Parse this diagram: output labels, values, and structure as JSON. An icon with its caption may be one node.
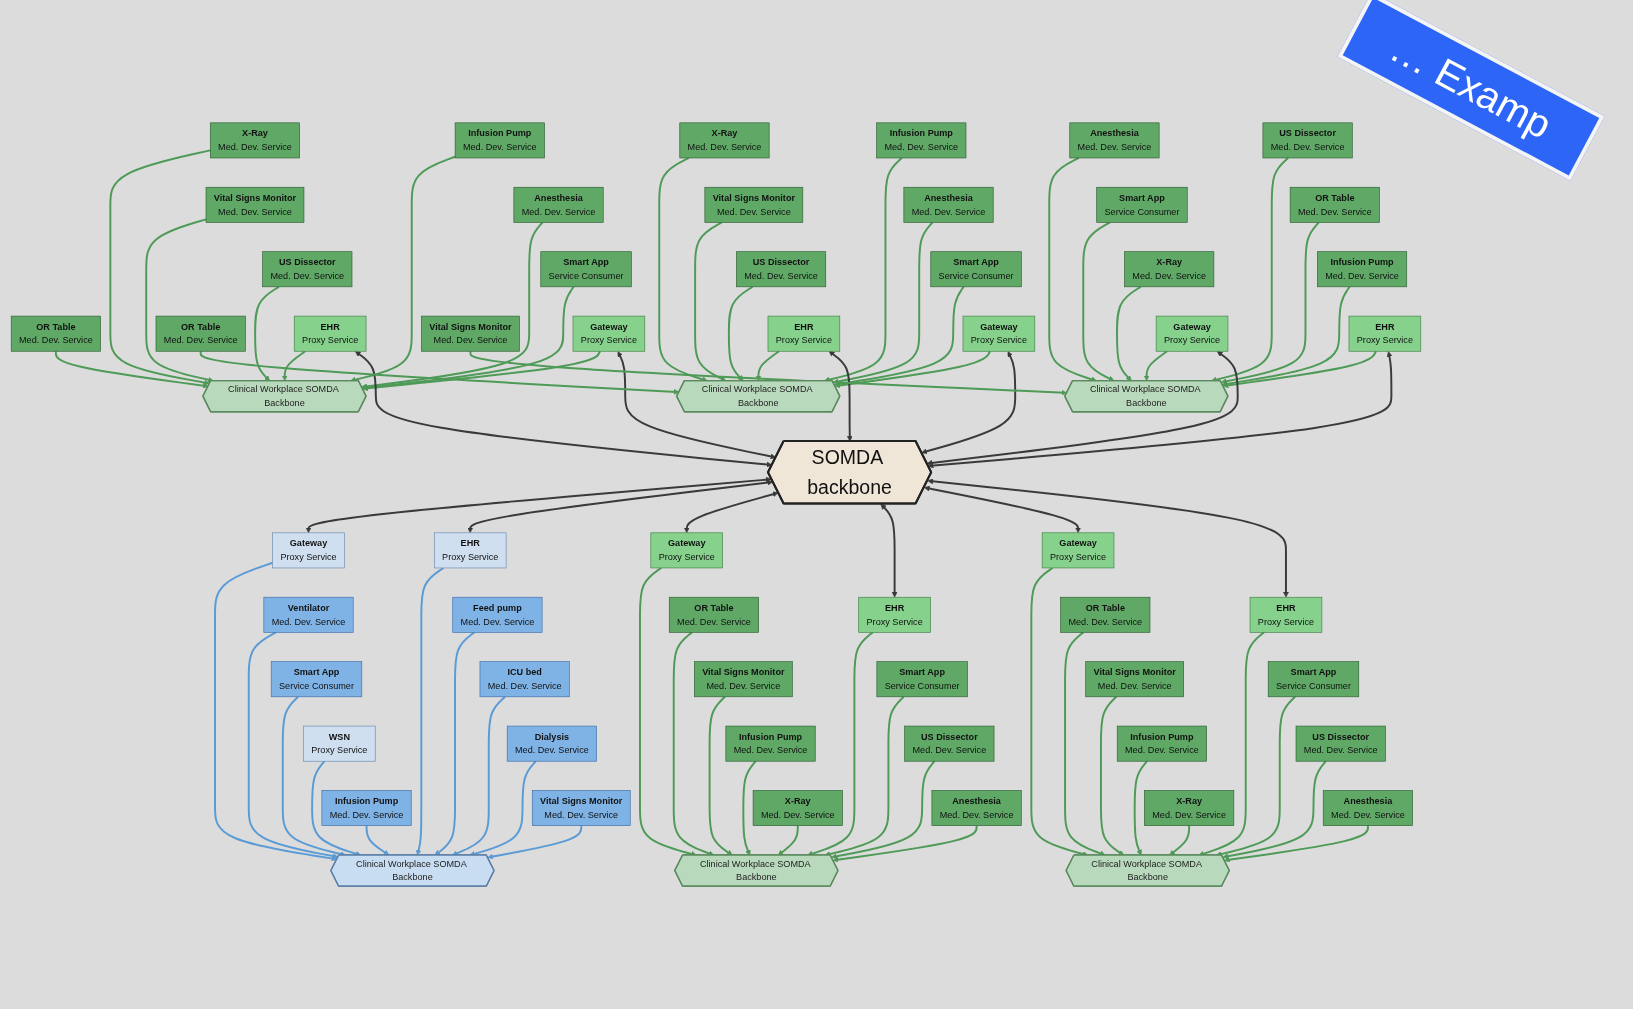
{
  "diagram": {
    "nodes": [
      {
        "text": [
          "SOMDA backbone"
        ]
      },
      {
        "text": [
          "Clinical Workplace SOMDA Backbone"
        ]
      },
      {
        "text": [
          "X-Ray",
          "Med. Dev. Service"
        ]
      },
      {
        "text": [
          "Infusion Pump",
          "Med. Dev. Service"
        ]
      },
      {
        "text": [
          "Vital Signs Monitor",
          "Med. Dev. Service"
        ]
      },
      {
        "text": [
          "Anesthesia",
          "Med. Dev. Service"
        ]
      },
      {
        "text": [
          "US Dissector",
          "Med. Dev. Service"
        ]
      },
      {
        "text": [
          "Smart App",
          "Service Consumer"
        ]
      },
      {
        "text": [
          "OR Table",
          "Med. Dev. Service"
        ]
      },
      {
        "text": [
          "EHR",
          "Proxy Service"
        ]
      },
      {
        "text": [
          "Gateway",
          "Proxy Service"
        ]
      },
      {
        "text": [
          "Clinical Workplace SOMDA Backbone"
        ]
      },
      {
        "text": [
          "X-Ray",
          "Med. Dev. Service"
        ]
      },
      {
        "text": [
          "Infusion Pump",
          "Med. Dev. Service"
        ]
      },
      {
        "text": [
          "Vital Signs Monitor",
          "Med. Dev. Service"
        ]
      },
      {
        "text": [
          "Anesthesia",
          "Med. Dev. Service"
        ]
      },
      {
        "text": [
          "US Dissector",
          "Med. Dev. Service"
        ]
      },
      {
        "text": [
          "Smart App",
          "Service Consumer"
        ]
      },
      {
        "text": [
          "OR Table",
          "Med. Dev. Service"
        ]
      },
      {
        "text": [
          "EHR",
          "Proxy Service"
        ]
      },
      {
        "text": [
          "Gateway",
          "Proxy Service"
        ]
      },
      {
        "text": [
          "Clinical Workplace SOMDA Backbone"
        ]
      },
      {
        "text": [
          "Anesthesia",
          "Med. Dev. Service"
        ]
      },
      {
        "text": [
          "US Dissector",
          "Med. Dev. Service"
        ]
      },
      {
        "text": [
          "Smart App",
          "Service Consumer"
        ]
      },
      {
        "text": [
          "OR Table",
          "Med. Dev. Service"
        ]
      },
      {
        "text": [
          "Gateway",
          "Proxy Service"
        ]
      },
      {
        "text": [
          "X-Ray",
          "Med. Dev. Service"
        ]
      },
      {
        "text": [
          "Infusion Pump",
          "Med. Dev. Service"
        ]
      },
      {
        "text": [
          "Vital Signs Monitor",
          "Med. Dev. Service"
        ]
      },
      {
        "text": [
          "EHR",
          "Proxy Service"
        ]
      },
      {
        "text": [
          "Clinical Workplace SOMDA Backbone"
        ]
      },
      {
        "text": [
          "Gateway",
          "Proxy Service"
        ]
      },
      {
        "text": [
          "Ventilator",
          "Med. Dev. Service"
        ]
      },
      {
        "text": [
          "Feed pump",
          "Med. Dev. Service"
        ]
      },
      {
        "text": [
          "Smart App",
          "Service Consumer"
        ]
      },
      {
        "text": [
          "ICU bed",
          "Med. Dev. Service"
        ]
      },
      {
        "text": [
          "WSN",
          "Proxy Service"
        ]
      },
      {
        "text": [
          "EHR",
          "Proxy Service"
        ]
      },
      {
        "text": [
          "Dialysis",
          "Med. Dev. Service"
        ]
      },
      {
        "text": [
          "Infusion Pump",
          "Med. Dev. Service"
        ]
      },
      {
        "text": [
          "Vital Signs Monitor",
          "Med. Dev. Service"
        ]
      },
      {
        "text": [
          "Clinical Workplace SOMDA Backbone"
        ]
      },
      {
        "text": [
          "Gateway",
          "Proxy Service"
        ]
      },
      {
        "text": [
          "EHR",
          "Proxy Service"
        ]
      },
      {
        "text": [
          "OR Table",
          "Med. Dev. Service"
        ]
      },
      {
        "text": [
          "Smart App",
          "Service Consumer"
        ]
      },
      {
        "text": [
          "Vital Signs Monitor",
          "Med. Dev. Service"
        ]
      },
      {
        "text": [
          "US Dissector",
          "Med. Dev. Service"
        ]
      },
      {
        "text": [
          "Infusion Pump",
          "Med. Dev. Service"
        ]
      },
      {
        "text": [
          "Anesthesia",
          "Med. Dev. Service"
        ]
      },
      {
        "text": [
          "X-Ray",
          "Med. Dev. Service"
        ]
      },
      {
        "text": [
          "Clinical Workplace SOMDA Backbone"
        ]
      },
      {
        "text": [
          "Gateway",
          "Proxy Service"
        ]
      },
      {
        "text": [
          "EHR",
          "Proxy Service"
        ]
      },
      {
        "text": [
          "OR Table",
          "Med. Dev. Service"
        ]
      },
      {
        "text": [
          "Smart App",
          "Service Consumer"
        ]
      },
      {
        "text": [
          "Vital Signs Monitor",
          "Med. Dev. Service"
        ]
      },
      {
        "text": [
          "US Dissector",
          "Med. Dev. Service"
        ]
      },
      {
        "text": [
          "Infusion Pump",
          "Med. Dev. Service"
        ]
      },
      {
        "text": [
          "Anesthesia",
          "Med. Dev. Service"
        ]
      },
      {
        "text": [
          "X-Ray",
          "Med. Dev. Service"
        ]
      }
    ],
    "edges": [
      {
        "from": 2,
        "to": 1,
        "arrow": "to"
      },
      {
        "from": 3,
        "to": 1,
        "arrow": "to"
      },
      {
        "from": 4,
        "to": 1,
        "arrow": "to"
      },
      {
        "from": 5,
        "to": 1,
        "arrow": "to"
      },
      {
        "from": 6,
        "to": 1,
        "arrow": "to"
      },
      {
        "from": 7,
        "to": 1,
        "arrow": "to"
      },
      {
        "from": 8,
        "to": 1,
        "arrow": "to"
      },
      {
        "from": 9,
        "to": 1,
        "arrow": "to"
      },
      {
        "from": 10,
        "to": 1,
        "arrow": "to"
      },
      {
        "from": 9,
        "to": 0,
        "arrow": "both",
        "color": "#3a3a3a"
      },
      {
        "from": 10,
        "to": 0,
        "arrow": "both",
        "color": "#3a3a3a"
      },
      {
        "from": 12,
        "to": 11,
        "arrow": "to"
      },
      {
        "from": 13,
        "to": 11,
        "arrow": "to"
      },
      {
        "from": 14,
        "to": 11,
        "arrow": "to"
      },
      {
        "from": 15,
        "to": 11,
        "arrow": "to"
      },
      {
        "from": 16,
        "to": 11,
        "arrow": "to"
      },
      {
        "from": 17,
        "to": 11,
        "arrow": "to"
      },
      {
        "from": 18,
        "to": 11,
        "arrow": "to"
      },
      {
        "from": 19,
        "to": 11,
        "arrow": "to"
      },
      {
        "from": 20,
        "to": 11,
        "arrow": "to"
      },
      {
        "from": 19,
        "to": 0,
        "arrow": "both",
        "color": "#3a3a3a"
      },
      {
        "from": 20,
        "to": 0,
        "arrow": "both",
        "color": "#3a3a3a"
      },
      {
        "from": 22,
        "to": 21,
        "arrow": "to"
      },
      {
        "from": 23,
        "to": 21,
        "arrow": "to"
      },
      {
        "from": 24,
        "to": 21,
        "arrow": "to"
      },
      {
        "from": 25,
        "to": 21,
        "arrow": "to"
      },
      {
        "from": 26,
        "to": 21,
        "arrow": "to"
      },
      {
        "from": 27,
        "to": 21,
        "arrow": "to"
      },
      {
        "from": 28,
        "to": 21,
        "arrow": "to"
      },
      {
        "from": 29,
        "to": 21,
        "arrow": "to"
      },
      {
        "from": 30,
        "to": 21,
        "arrow": "to"
      },
      {
        "from": 26,
        "to": 0,
        "arrow": "both",
        "color": "#3a3a3a"
      },
      {
        "from": 30,
        "to": 0,
        "arrow": "both",
        "color": "#3a3a3a"
      },
      {
        "from": 32,
        "to": 31,
        "arrow": "to",
        "color": "#5b9bd5"
      },
      {
        "from": 33,
        "to": 31,
        "arrow": "to",
        "color": "#5b9bd5"
      },
      {
        "from": 34,
        "to": 31,
        "arrow": "to",
        "color": "#5b9bd5"
      },
      {
        "from": 35,
        "to": 31,
        "arrow": "to",
        "color": "#5b9bd5"
      },
      {
        "from": 36,
        "to": 31,
        "arrow": "to",
        "color": "#5b9bd5"
      },
      {
        "from": 37,
        "to": 31,
        "arrow": "to",
        "color": "#5b9bd5"
      },
      {
        "from": 38,
        "to": 31,
        "arrow": "to",
        "color": "#5b9bd5"
      },
      {
        "from": 39,
        "to": 31,
        "arrow": "to",
        "color": "#5b9bd5"
      },
      {
        "from": 40,
        "to": 31,
        "arrow": "to",
        "color": "#5b9bd5"
      },
      {
        "from": 41,
        "to": 31,
        "arrow": "to",
        "color": "#5b9bd5"
      },
      {
        "from": 0,
        "to": 32,
        "arrow": "both",
        "color": "#3a3a3a"
      },
      {
        "from": 0,
        "to": 38,
        "arrow": "both",
        "color": "#3a3a3a"
      },
      {
        "from": 43,
        "to": 42,
        "arrow": "to"
      },
      {
        "from": 44,
        "to": 42,
        "arrow": "to"
      },
      {
        "from": 45,
        "to": 42,
        "arrow": "to"
      },
      {
        "from": 46,
        "to": 42,
        "arrow": "to"
      },
      {
        "from": 47,
        "to": 42,
        "arrow": "to"
      },
      {
        "from": 48,
        "to": 42,
        "arrow": "to"
      },
      {
        "from": 49,
        "to": 42,
        "arrow": "to"
      },
      {
        "from": 50,
        "to": 42,
        "arrow": "to"
      },
      {
        "from": 51,
        "to": 42,
        "arrow": "to"
      },
      {
        "from": 0,
        "to": 43,
        "arrow": "both",
        "color": "#3a3a3a"
      },
      {
        "from": 0,
        "to": 44,
        "arrow": "both",
        "color": "#3a3a3a"
      },
      {
        "from": 53,
        "to": 52,
        "arrow": "to"
      },
      {
        "from": 54,
        "to": 52,
        "arrow": "to"
      },
      {
        "from": 55,
        "to": 52,
        "arrow": "to"
      },
      {
        "from": 56,
        "to": 52,
        "arrow": "to"
      },
      {
        "from": 57,
        "to": 52,
        "arrow": "to"
      },
      {
        "from": 58,
        "to": 52,
        "arrow": "to"
      },
      {
        "from": 59,
        "to": 52,
        "arrow": "to"
      },
      {
        "from": 60,
        "to": 52,
        "arrow": "to"
      },
      {
        "from": 61,
        "to": 52,
        "arrow": "to"
      },
      {
        "from": 0,
        "to": 53,
        "arrow": "both",
        "color": "#3a3a3a"
      },
      {
        "from": 0,
        "to": 54,
        "arrow": "both",
        "color": "#3a3a3a"
      }
    ],
    "labels": [
      "… Examp"
    ]
  }
}
